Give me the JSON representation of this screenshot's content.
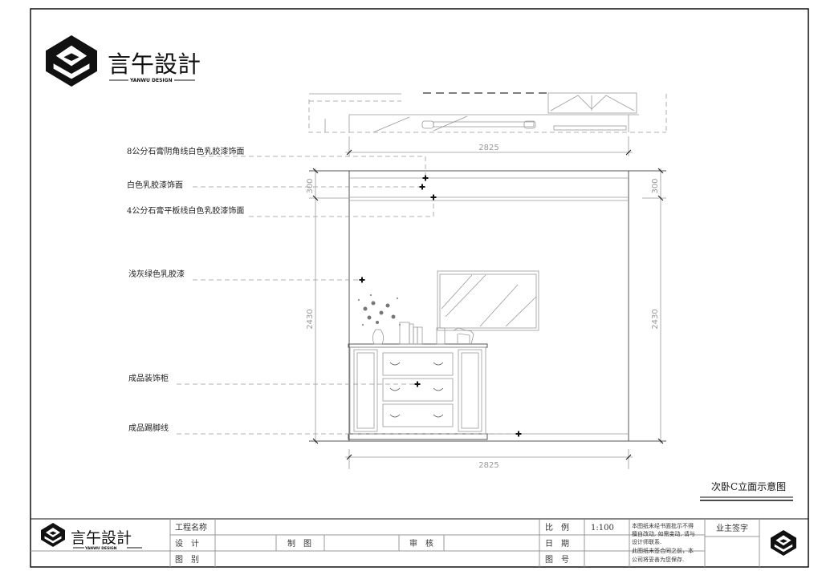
{
  "brand": {
    "name": "言午設計",
    "subtitle": "YANWU DESIGN"
  },
  "drawing": {
    "title": "次卧C立面示意图",
    "dimensions": {
      "width_top": "2825",
      "width_bottom": "2825",
      "height_left": "2430",
      "height_right": "2430",
      "ceiling_left": "300",
      "ceiling_right": "300"
    },
    "annotations": [
      "8公分石膏阴角线白色乳胶漆饰面",
      "白色乳胶漆饰面",
      "4公分石膏平板线白色乳胶漆饰面",
      "浅灰绿色乳胶漆",
      "成品装饰柜",
      "成品踢脚线"
    ]
  },
  "title_block": {
    "project_name_label": "工程名称",
    "design_label": "设　计",
    "drawn_label": "制　图",
    "review_label": "审　核",
    "category_label": "图　别",
    "scale_label": "比　例",
    "scale_value": "1:100",
    "date_label": "日　期",
    "drawing_no_label": "图　号",
    "notice_lines": [
      "本图纸未经书面批示不得",
      "擅自改动, 如需变动, 请与",
      "设计师联系.",
      "此图纸未签合同之前，本",
      "公司将妥善为您保存."
    ],
    "owner_sign_label": "业主签字"
  }
}
